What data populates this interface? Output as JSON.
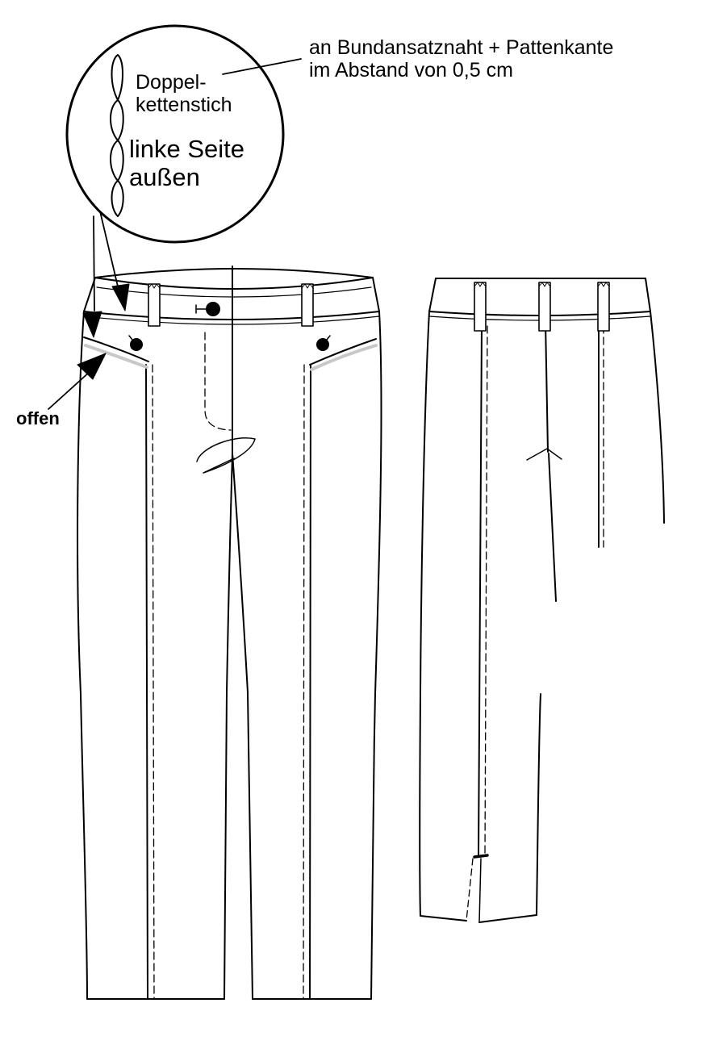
{
  "annotations": {
    "seam_note": {
      "line1": "an Bundansatznaht + Pattenkante",
      "line2": "im Abstand von 0,5 cm"
    },
    "stitch_name": {
      "line1": "Doppel-",
      "line2": "kettenstich"
    },
    "side_note": {
      "line1": "linke Seite",
      "line2": "außen"
    },
    "open_label": "offen"
  },
  "colors": {
    "ink": "#000000",
    "paper": "#ffffff",
    "pocket_shadow": "#c8c8c8"
  }
}
